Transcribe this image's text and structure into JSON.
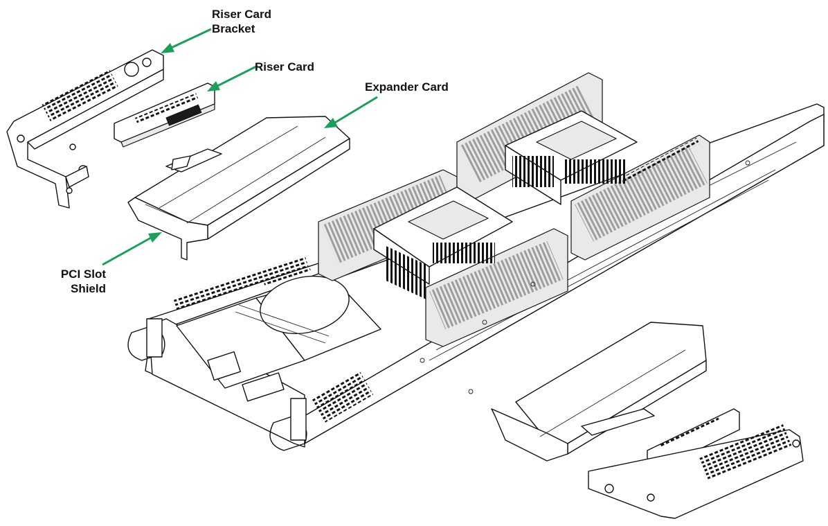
{
  "callouts": {
    "riser_card_bracket": [
      "Riser Card",
      "Bracket"
    ],
    "riser_card": "Riser Card",
    "expander_card": "Expander Card",
    "pci_slot_shield": [
      "PCI Slot",
      "Shield"
    ]
  },
  "colors": {
    "arrow": "#1aa05a",
    "line": "#111111",
    "background": "#ffffff"
  }
}
